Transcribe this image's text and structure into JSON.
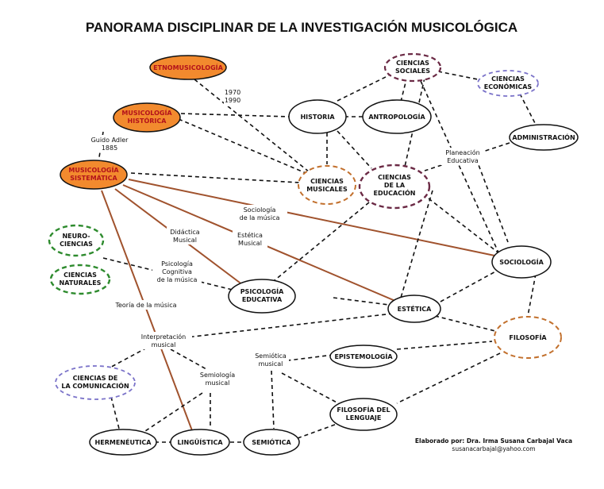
{
  "title": "PANORAMA DISCIPLINAR DE LA INVESTIGACIÓN MUSICOLÓGICA",
  "colors": {
    "orange_fill": "#f28a2e",
    "orange_text": "#b3121b",
    "brown_line": "#a0522d",
    "purple": "#6b2a45",
    "blue": "#7b73c9",
    "green": "#2e8b2e",
    "tan": "#c2702d",
    "black": "#111111"
  },
  "nodes": {
    "etnomusicologia": "ETNOMUSICOLOGÍA",
    "musicologia_historica": [
      "MUSICOLOGÍA",
      "HISTÓRICA"
    ],
    "musicologia_sistematica": [
      "MUSICOLOGÍA",
      "SISTEMÁTICA"
    ],
    "historia": "HISTORIA",
    "antropologia": "ANTROPOLOGÍA",
    "ciencias_sociales": [
      "CIENCIAS",
      "SOCIALES"
    ],
    "ciencias_economicas": [
      "CIENCIAS",
      "ECONÓMICAS"
    ],
    "administracion": "ADMINISTRACIÓN",
    "ciencias_musicales": [
      "CIENCIAS",
      "MUSICALES"
    ],
    "ciencias_educacion": [
      "CIENCIAS",
      "DE LA",
      "EDUCACIÓN"
    ],
    "neuro_ciencias": [
      "NEURO-",
      "CIENCIAS"
    ],
    "ciencias_naturales": [
      "CIENCIAS",
      "NATURALES"
    ],
    "sociologia": "SOCIOLOGÍA",
    "psicologia_educativa": [
      "PSICOLOGÍA",
      "EDUCATIVA"
    ],
    "estetica": "ESTÉTICA",
    "filosofia": "FILOSOFÍA",
    "epistemologia": "EPISTEMOLOGÍA",
    "ciencias_comunicacion": [
      "CIENCIAS DE",
      "LA COMUNICACIÓN"
    ],
    "filosofia_lenguaje": [
      "FILOSOFÍA DEL",
      "LENGUAJE"
    ],
    "hermeneutica": "HERMENÉUTICA",
    "linguistica": "LINGÜÍSTICA",
    "semiotica": "SEMIÓTICA"
  },
  "edge_labels": {
    "years": [
      "1970",
      "1990"
    ],
    "guido_adler": [
      "Guido Adler",
      "1885"
    ],
    "planeacion": [
      "Planeación",
      "Educativa"
    ],
    "sociologia_musica": [
      "Sociología",
      "de la música"
    ],
    "didactica": [
      "Didáctica",
      "Musical"
    ],
    "estetica_musical": [
      "Estética",
      "Musical"
    ],
    "psicologia_cognitiva": [
      "Psicología",
      "Cognitiva",
      "de la música"
    ],
    "teoria": "Teoría de la música",
    "interpretacion": [
      "Interpretación",
      "musical"
    ],
    "semiotica_musical": [
      "Semiótica",
      "musical"
    ],
    "semiologia_musical": [
      "Semiología",
      "musical"
    ]
  },
  "credit": {
    "line1": "Elaborado por: Dra. Irma Susana Carbajal Vaca",
    "line2": "susanacarbajal@yahoo.com"
  }
}
